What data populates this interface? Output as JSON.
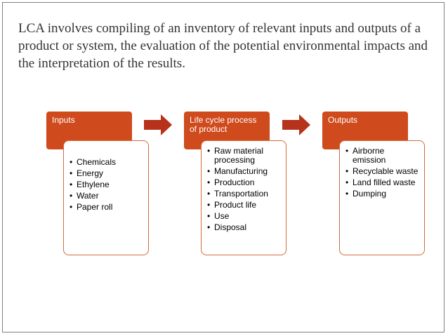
{
  "intro_text": "LCA involves compiling of an inventory of relevant inputs and outputs of a product or system, the evaluation of the potential environmental impacts and the interpretation of the results.",
  "colors": {
    "header_fill": "#cf4a1c",
    "box_border": "#d46a3a",
    "arrow_fill": "#b7321b"
  },
  "columns": [
    {
      "title": "Inputs",
      "items": [
        "Chemicals",
        "Energy",
        "Ethylene",
        "Water",
        "Paper roll"
      ]
    },
    {
      "title": "Life cycle process of product",
      "items": [
        "Raw material processing",
        "Manufacturing",
        "Production",
        "Transportation",
        "Product life",
        "Use",
        "Disposal"
      ]
    },
    {
      "title": "Outputs",
      "items": [
        "Airborne emission",
        "Recyclable waste",
        "Land filled waste",
        "Dumping"
      ]
    }
  ],
  "bullet_glyph": "•"
}
